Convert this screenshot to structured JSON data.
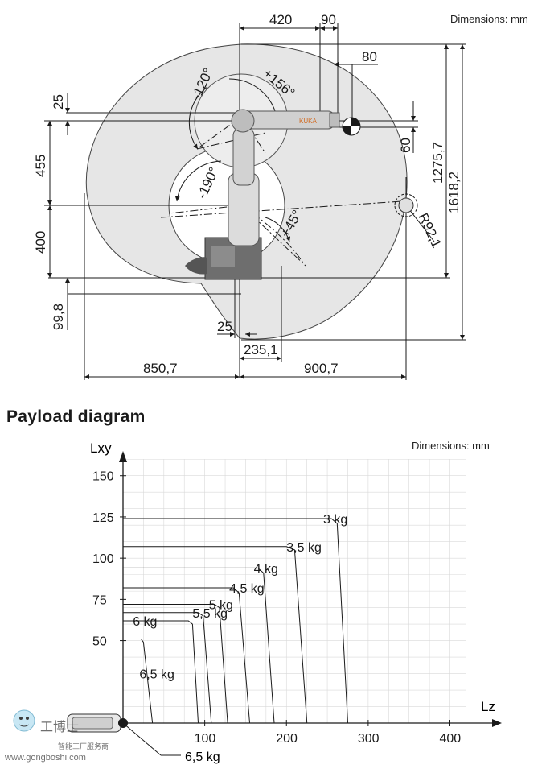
{
  "workspace": {
    "units_note": "Dimensions: mm",
    "dims": {
      "d420": "420",
      "d90": "90",
      "d80": "80",
      "d25_top": "25",
      "d455": "455",
      "d400": "400",
      "d99_8": "99,8",
      "d60": "60",
      "d1275_7": "1275,7",
      "d1618_2": "1618,2",
      "dR92_1": "R92,1",
      "d25_bottom": "25",
      "d235_1": "235,1",
      "d850_7": "850,7",
      "d900_7": "900,7"
    },
    "angles": {
      "a_m120": "-120°",
      "a_p156": "+156°",
      "a_m190": "-190°",
      "a_p45": "+45°"
    },
    "logo_text": "KUKA"
  },
  "payload": {
    "heading": "Payload diagram",
    "units_note": "Dimensions: mm",
    "bottom_load_label": "6,5 kg",
    "watermark": {
      "brand": "工博士",
      "tagline": "智能工厂服务商",
      "url": "www.gongboshi.com"
    },
    "colors": {
      "axis": "#1a1a1a",
      "grid": "#d9d9d9",
      "curve": "#1a1a1a"
    }
  },
  "chart_data": {
    "type": "line",
    "title": "",
    "xlabel": "Lz",
    "ylabel": "Lxy",
    "xlim": [
      0,
      430
    ],
    "ylim": [
      0,
      165
    ],
    "x_ticks": [
      100,
      200,
      300,
      400
    ],
    "y_ticks": [
      50,
      75,
      100,
      125,
      150
    ],
    "grid": true,
    "series": [
      {
        "name": "3 kg",
        "points": [
          [
            0,
            124
          ],
          [
            255,
            124
          ],
          [
            262,
            121
          ],
          [
            275,
            0
          ]
        ]
      },
      {
        "name": "3,5 kg",
        "points": [
          [
            0,
            107
          ],
          [
            200,
            107
          ],
          [
            210,
            105
          ],
          [
            225,
            0
          ]
        ]
      },
      {
        "name": "4 kg",
        "points": [
          [
            0,
            94
          ],
          [
            165,
            94
          ],
          [
            172,
            91
          ],
          [
            185,
            0
          ]
        ]
      },
      {
        "name": "4,5 kg",
        "points": [
          [
            0,
            82
          ],
          [
            135,
            82
          ],
          [
            142,
            79
          ],
          [
            155,
            0
          ]
        ]
      },
      {
        "name": "5 kg",
        "points": [
          [
            0,
            72
          ],
          [
            112,
            72
          ],
          [
            118,
            70
          ],
          [
            128,
            0
          ]
        ]
      },
      {
        "name": "5,5 kg",
        "points": [
          [
            0,
            67
          ],
          [
            92,
            67
          ],
          [
            98,
            65
          ],
          [
            108,
            0
          ]
        ]
      },
      {
        "name": "6 kg",
        "points": [
          [
            0,
            62
          ],
          [
            80,
            62
          ],
          [
            85,
            60
          ],
          [
            92,
            0
          ]
        ]
      },
      {
        "name": "6,5 kg",
        "points": [
          [
            0,
            51
          ],
          [
            22,
            51
          ],
          [
            25,
            49
          ],
          [
            36,
            0
          ]
        ]
      }
    ],
    "label_pos": [
      [
        245,
        124
      ],
      [
        200,
        107
      ],
      [
        160,
        94
      ],
      [
        130,
        82
      ],
      [
        105,
        72
      ],
      [
        85,
        67
      ],
      [
        12,
        62
      ],
      [
        20,
        30
      ]
    ]
  }
}
